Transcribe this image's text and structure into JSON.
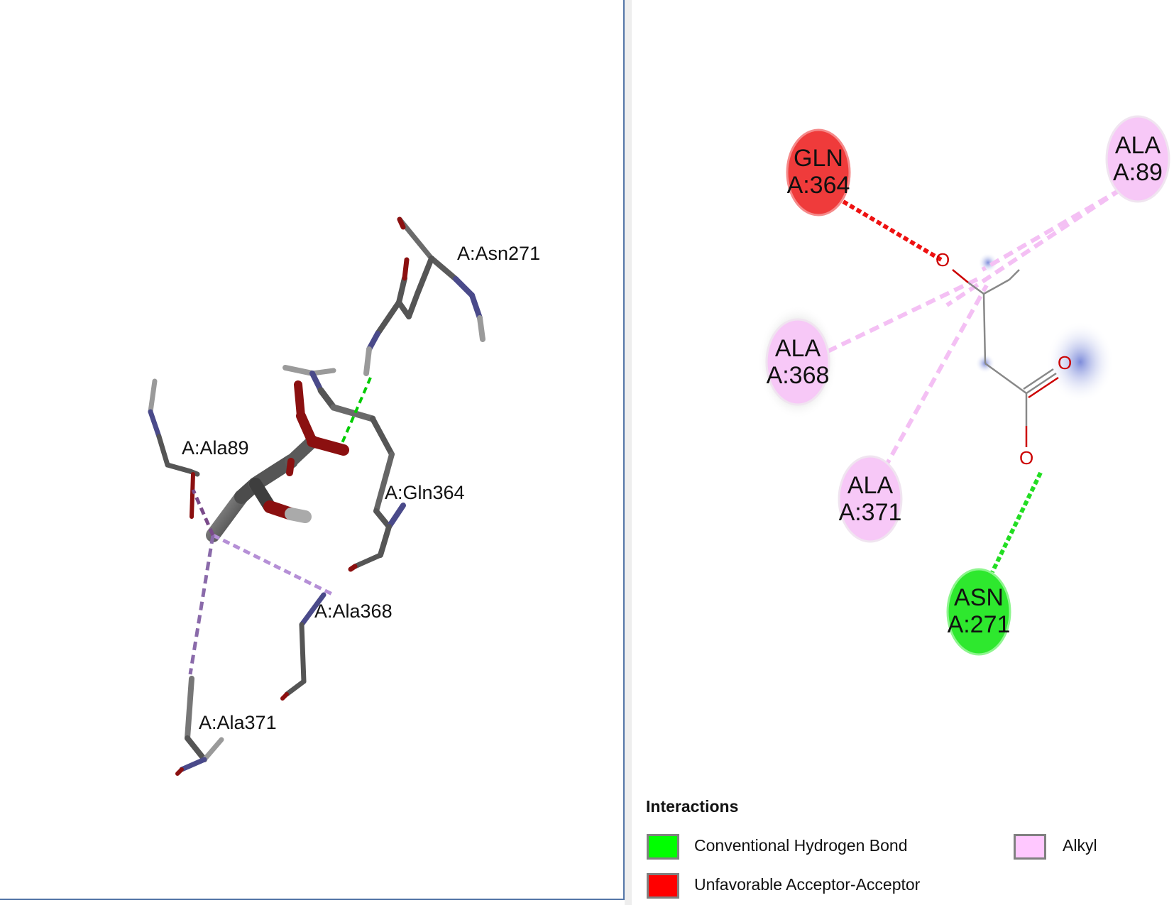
{
  "left_panel": {
    "residue_labels": {
      "asn271": "A:Asn271",
      "ala89": "A:Ala89",
      "gln364": "A:Gln364",
      "ala368": "A:Ala368",
      "ala371": "A:Ala371"
    }
  },
  "right_panel": {
    "residues": {
      "gln364": {
        "name": "GLN",
        "id": "A:364",
        "color": "#ef3b3b"
      },
      "ala89": {
        "name": "ALA",
        "id": "A:89",
        "color": "#f7c8f7"
      },
      "ala368": {
        "name": "ALA",
        "id": "A:368",
        "color": "#f7c8f7"
      },
      "ala371": {
        "name": "ALA",
        "id": "A:371",
        "color": "#f7c8f7"
      },
      "asn271": {
        "name": "ASN",
        "id": "A:271",
        "color": "#2ee82e"
      }
    },
    "atom_labels": {
      "o1": "O",
      "o2": "O",
      "o3": "O"
    }
  },
  "legend": {
    "title": "Interactions",
    "items": [
      {
        "label": "Conventional Hydrogen Bond",
        "color": "#00ff00"
      },
      {
        "label": "Unfavorable Acceptor-Acceptor",
        "color": "#ff0000"
      },
      {
        "label": "Alkyl",
        "color": "#ffc8ff"
      }
    ]
  }
}
